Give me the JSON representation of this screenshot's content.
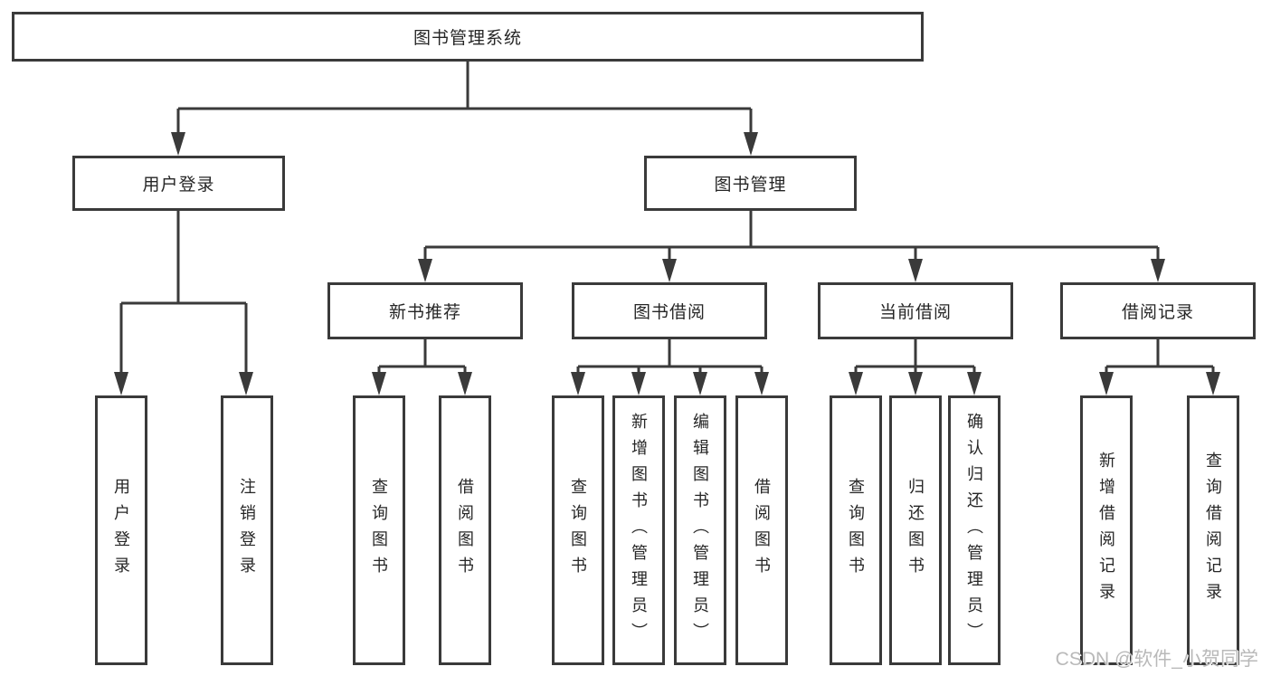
{
  "diagram": {
    "title": "图书管理系统",
    "root": "图书管理系统",
    "level2": [
      "用户登录",
      "图书管理"
    ],
    "level3": [
      "新书推荐",
      "图书借阅",
      "当前借阅",
      "借阅记录"
    ],
    "leaves": {
      "login": [
        "用户登录",
        "注销登录"
      ],
      "recommend": [
        "查询图书",
        "借阅图书"
      ],
      "borrow": [
        "查询图书",
        "新增图书（管理员）",
        "编辑图书（管理员）",
        "借阅图书"
      ],
      "current": [
        "查询图书",
        "归还图书",
        "确认归还（管理员）"
      ],
      "records": [
        "新增借阅记录",
        "查询借阅记录"
      ]
    }
  },
  "watermark": {
    "text": "CSDN @软件_小贺同学"
  },
  "colors": {
    "line": "#3a3a3a",
    "text": "#262626",
    "watermark": "#b9b9b9",
    "background": "#ffffff"
  }
}
